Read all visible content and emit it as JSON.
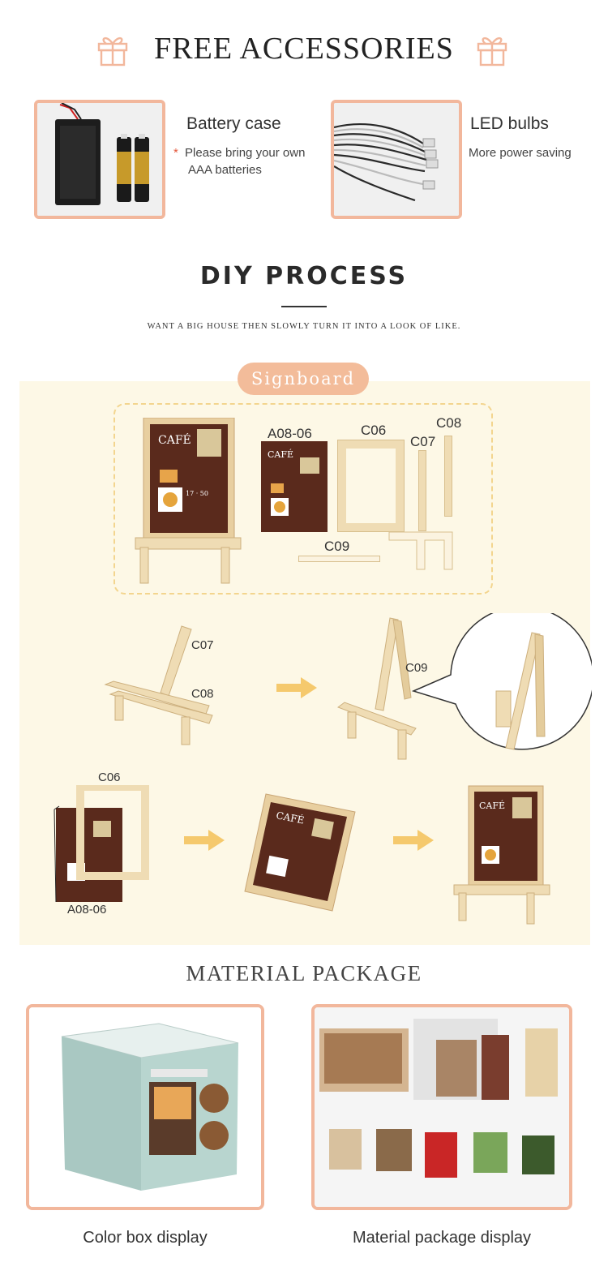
{
  "header": {
    "title": "FREE ACCESSORIES"
  },
  "accessories": [
    {
      "title": "Battery case",
      "note_mark": "*",
      "note": "Please bring your own",
      "note2": "AAA batteries"
    },
    {
      "title": "LED bulbs",
      "note": "More power saving"
    }
  ],
  "diy": {
    "title": "DIY PROCESS",
    "subtitle": "WANT A BIG HOUSE THEN SLOWLY TURN IT INTO A LOOK OF LIKE.",
    "section_label": "Signboard",
    "parts": {
      "a0806": "A08-06",
      "c06": "C06",
      "c07": "C07",
      "c08": "C08",
      "c09": "C09"
    }
  },
  "material": {
    "title": "MATERIAL PACKAGE",
    "captions": [
      "Color box display",
      "Material package display"
    ]
  },
  "colors": {
    "accent": "#f2b79c",
    "pill": "#f3bc9a",
    "panel": "#fdf8e6",
    "arrow": "#f5c96d",
    "wood": "#efdcb4",
    "board": "#5a2a1c"
  }
}
